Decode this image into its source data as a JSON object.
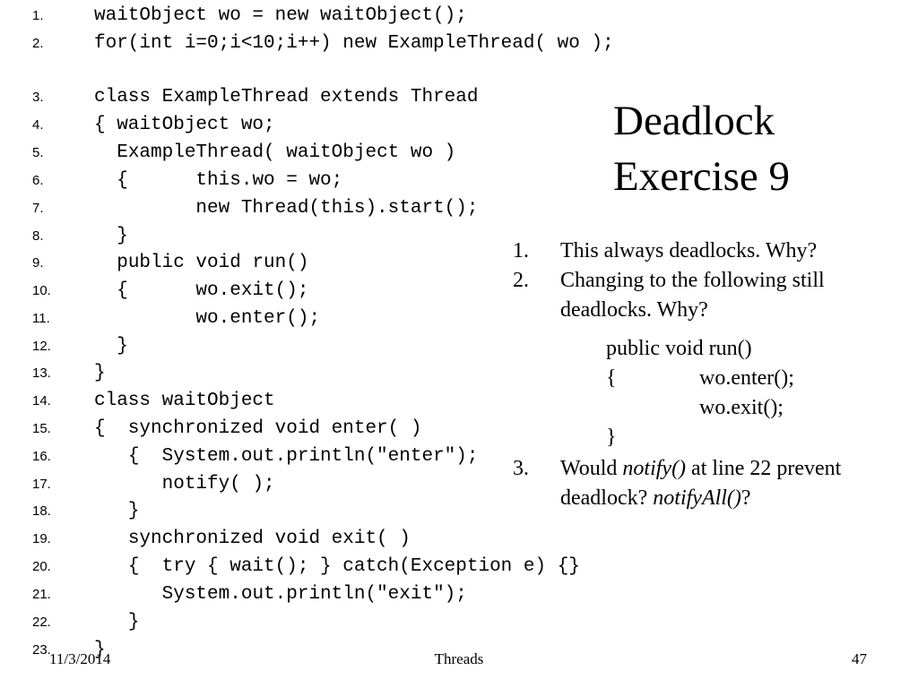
{
  "slide": {
    "title_line1": "Deadlock",
    "title_line2": "Exercise 9"
  },
  "code": [
    {
      "num": "1.",
      "indent": "",
      "text": "waitObject wo = new waitObject();"
    },
    {
      "num": "2.",
      "indent": "",
      "text": "for(int i=0;i<10;i++) new ExampleThread( wo );"
    },
    {
      "num": "3.",
      "indent": "",
      "text": "class ExampleThread extends Thread"
    },
    {
      "num": "4.",
      "indent": "",
      "text": "{ waitObject wo;"
    },
    {
      "num": "5.",
      "indent": "  ",
      "text": "ExampleThread( waitObject wo )"
    },
    {
      "num": "6.",
      "indent": "  ",
      "text": "{      this.wo = wo;"
    },
    {
      "num": "7.",
      "indent": "         ",
      "text": "new Thread(this).start();"
    },
    {
      "num": "8.",
      "indent": "  ",
      "text": "}"
    },
    {
      "num": "9.",
      "indent": "  ",
      "text": "public void run()"
    },
    {
      "num": "10.",
      "indent": "  ",
      "text": "{      wo.exit();"
    },
    {
      "num": "11.",
      "indent": "         ",
      "text": "wo.enter();"
    },
    {
      "num": "12.",
      "indent": "  ",
      "text": "}"
    },
    {
      "num": "13.",
      "indent": "",
      "text": "}"
    },
    {
      "num": "14.",
      "indent": "",
      "text": "class waitObject"
    },
    {
      "num": "15.",
      "indent": "",
      "text": "{  synchronized void enter( )"
    },
    {
      "num": "16.",
      "indent": "   ",
      "text": "{  System.out.println(\"enter\");"
    },
    {
      "num": "17.",
      "indent": "      ",
      "text": "notify( );"
    },
    {
      "num": "18.",
      "indent": "   ",
      "text": "}"
    },
    {
      "num": "19.",
      "indent": "   ",
      "text": "synchronized void exit( )"
    },
    {
      "num": "20.",
      "indent": "   ",
      "text": "{  try { wait(); } catch(Exception e) {}"
    },
    {
      "num": "21.",
      "indent": "      ",
      "text": "System.out.println(\"exit\");"
    },
    {
      "num": "22.",
      "indent": "   ",
      "text": "}"
    },
    {
      "num": "23.",
      "indent": "",
      "text": "}"
    }
  ],
  "questions": {
    "q1": {
      "num": "1.",
      "text": "This always deadlocks. Why?"
    },
    "q2": {
      "num": "2.",
      "text": "Changing to the following still deadlocks. Why?"
    },
    "snippet": [
      {
        "brace": "",
        "text": "public void run()"
      },
      {
        "brace": "{",
        "text": "wo.enter();"
      },
      {
        "brace": "",
        "text": "wo.exit();"
      },
      {
        "brace": "}",
        "text": ""
      }
    ],
    "q3": {
      "num": "3.",
      "pre": "Would ",
      "em1": "notify()",
      "mid": " at line 22 prevent deadlock? ",
      "em2": "notifyAll()",
      "post": "?"
    }
  },
  "footer": {
    "date": "11/3/2014",
    "center": "Threads",
    "page": "47"
  }
}
